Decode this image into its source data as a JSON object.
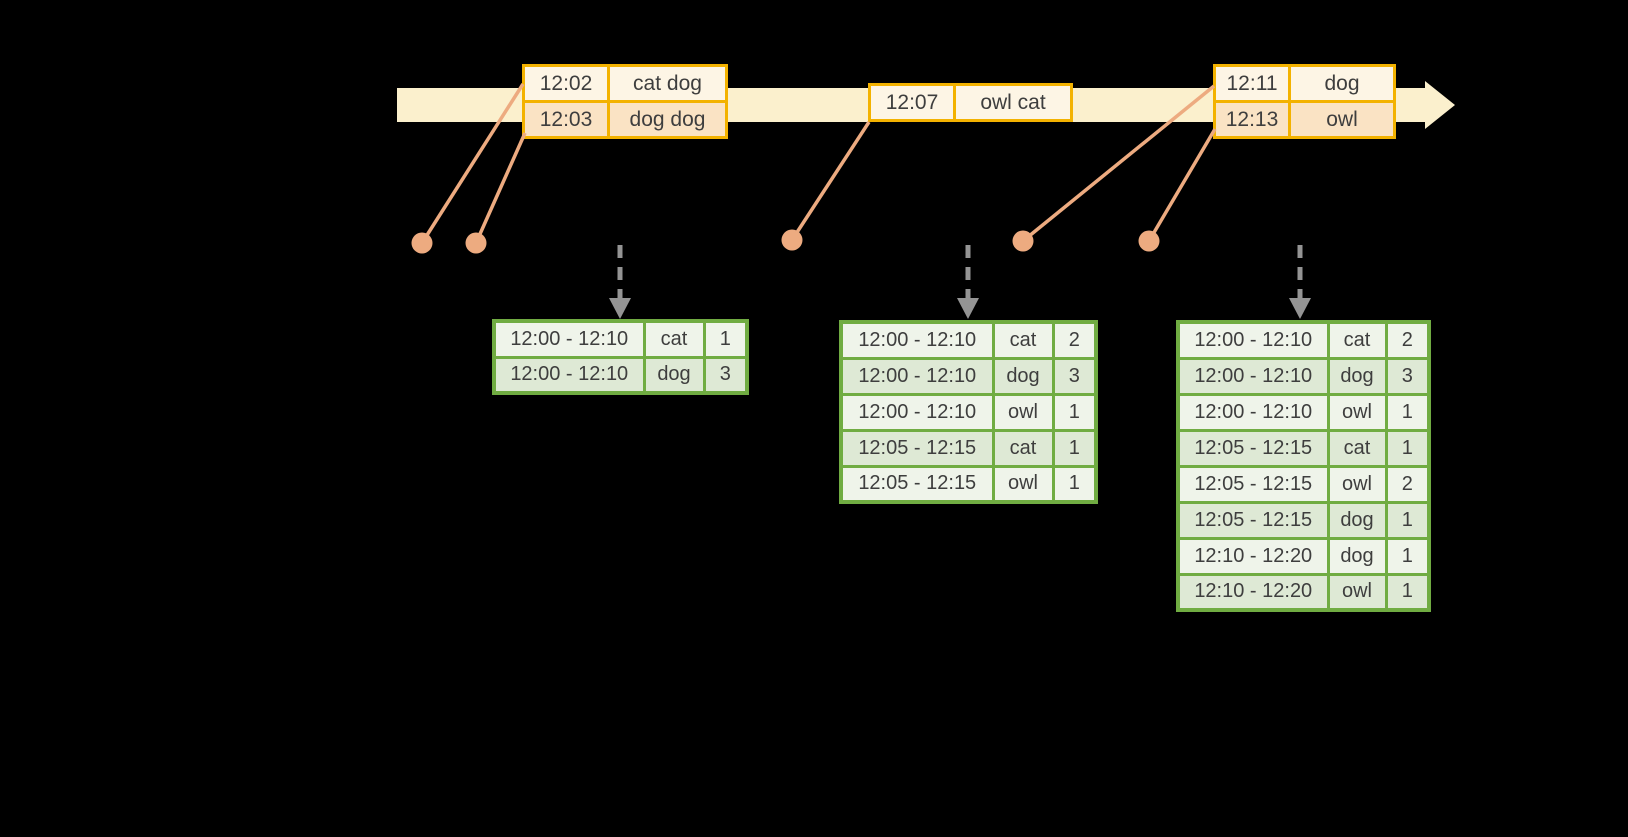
{
  "colors": {
    "timeline_fill": "#FBF0CD",
    "event_border": "#F3B200",
    "event_row_odd_fill": "#FAE3C4",
    "event_row_even_fill": "#FDF5E5",
    "connector": "#EDAB80",
    "trigger_arrow": "#949494",
    "result_border": "#70AC42",
    "result_row_odd_fill": "#DEE9D5",
    "result_row_even_fill": "#EFF4EA",
    "text": "#3E3E3E"
  },
  "icons": {
    "timeline_arrowhead": "right-arrowhead",
    "trigger_arrow": "dashed-down-arrow",
    "event_dot": "filled-circle"
  },
  "timeline_events": [
    {
      "rows": [
        [
          "12:02",
          "cat dog"
        ],
        [
          "12:03",
          "dog dog"
        ]
      ]
    },
    {
      "rows": [
        [
          "12:07",
          "owl cat"
        ]
      ]
    },
    {
      "rows": [
        [
          "12:11",
          "dog"
        ],
        [
          "12:13",
          "owl"
        ]
      ]
    }
  ],
  "result_tables": [
    {
      "rows": [
        [
          "12:00 - 12:10",
          "cat",
          "1"
        ],
        [
          "12:00 - 12:10",
          "dog",
          "3"
        ]
      ]
    },
    {
      "rows": [
        [
          "12:00 - 12:10",
          "cat",
          "2"
        ],
        [
          "12:00 - 12:10",
          "dog",
          "3"
        ],
        [
          "12:00 - 12:10",
          "owl",
          "1"
        ],
        [
          "12:05 - 12:15",
          "cat",
          "1"
        ],
        [
          "12:05 - 12:15",
          "owl",
          "1"
        ]
      ]
    },
    {
      "rows": [
        [
          "12:00 - 12:10",
          "cat",
          "2"
        ],
        [
          "12:00 - 12:10",
          "dog",
          "3"
        ],
        [
          "12:00 - 12:10",
          "owl",
          "1"
        ],
        [
          "12:05 - 12:15",
          "cat",
          "1"
        ],
        [
          "12:05 - 12:15",
          "owl",
          "2"
        ],
        [
          "12:05 - 12:15",
          "dog",
          "1"
        ],
        [
          "12:10 - 12:20",
          "dog",
          "1"
        ],
        [
          "12:10 - 12:20",
          "owl",
          "1"
        ]
      ]
    }
  ]
}
